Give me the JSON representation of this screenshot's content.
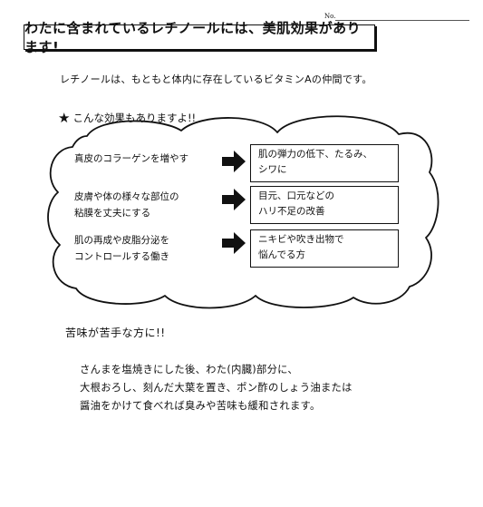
{
  "header": {
    "no_label": "No."
  },
  "title": "わたに含まれているレチノールには、美肌効果があります!",
  "intro": "レチノールは、もともと体内に存在しているビタミンAの仲間です。",
  "effects_heading": "こんな効果もありますよ!!",
  "effects": [
    {
      "cause": [
        "真皮のコラーゲンを増やす"
      ],
      "result": [
        "肌の弾力の低下、たるみ、",
        "シワに"
      ]
    },
    {
      "cause": [
        "皮膚や体の様々な部位の",
        "粘膜を丈夫にする"
      ],
      "result": [
        "目元、口元などの",
        "ハリ不足の改善"
      ]
    },
    {
      "cause": [
        "肌の再成や皮脂分泌を",
        "コントロールする働き"
      ],
      "result": [
        "ニキビや吹き出物で",
        "悩んでる方"
      ]
    }
  ],
  "bitter_heading": "苦味が苦手な方に!!",
  "advice": [
    "さんまを塩焼きにした後、わた(内臓)部分に、",
    "大根おろし、刻んだ大葉を置き、ポン酢のしょう油または",
    "醤油をかけて食べれば臭みや苦味も緩和されます。"
  ],
  "icons": {
    "star": "black-star-icon",
    "arrow": "thick-right-arrow-icon"
  },
  "colors": {
    "ink": "#111111",
    "paper": "#ffffff"
  }
}
